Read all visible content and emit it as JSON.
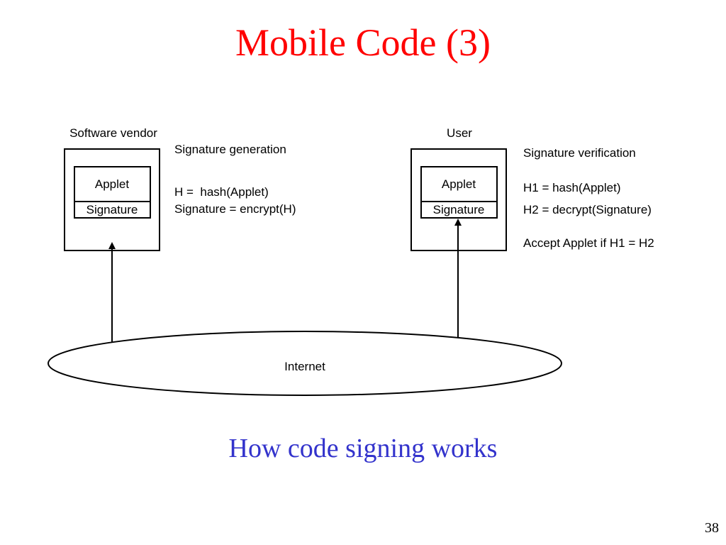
{
  "slide": {
    "title": "Mobile Code (3)",
    "caption": "How code signing works",
    "page_number": "38"
  },
  "diagram": {
    "vendor": {
      "label": "Software vendor",
      "applet": "Applet",
      "signature": "Signature",
      "heading": "Signature generation",
      "line1": "H =  hash(Applet)",
      "line2": "Signature = encrypt(H)"
    },
    "user": {
      "label": "User",
      "applet": "Applet",
      "signature": "Signature",
      "heading": "Signature verification",
      "line1": "H1 = hash(Applet)",
      "line2": "H2 = decrypt(Signature)",
      "line3": "Accept Applet if H1 = H2"
    },
    "network": {
      "label": "Internet"
    }
  },
  "colors": {
    "title": "#ff0000",
    "caption": "#3333cc",
    "lines": "#000000"
  }
}
